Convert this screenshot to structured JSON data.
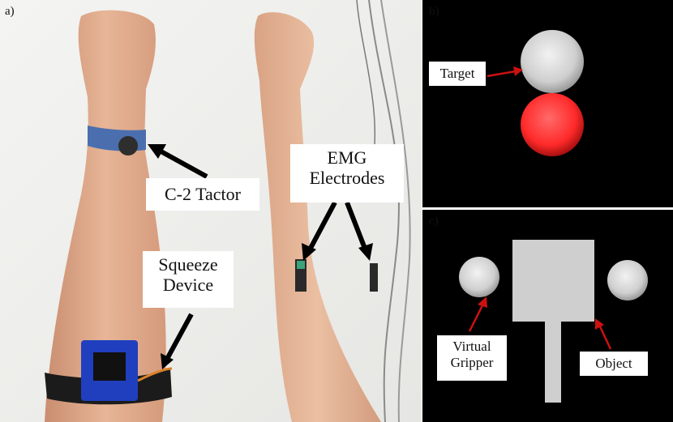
{
  "panel_a": {
    "label": "a)",
    "annotations": {
      "tactor": "C-2 Tactor",
      "emg_line1": "EMG",
      "emg_line2": "Electrodes",
      "squeeze_line1": "Squeeze",
      "squeeze_line2": "Device"
    }
  },
  "panel_b": {
    "label": "b)",
    "target_label": "Target"
  },
  "panel_c": {
    "label": "c)",
    "gripper_line1": "Virtual",
    "gripper_line2": "Gripper",
    "object_label": "Object"
  },
  "colors": {
    "arrow_black": "#000000",
    "arrow_red": "#cc1111",
    "sphere_red": "#ff2a2a",
    "object_gray": "#cfcfcf",
    "band_blue": "#4b6fae",
    "device_blue": "#1f3fbf"
  }
}
